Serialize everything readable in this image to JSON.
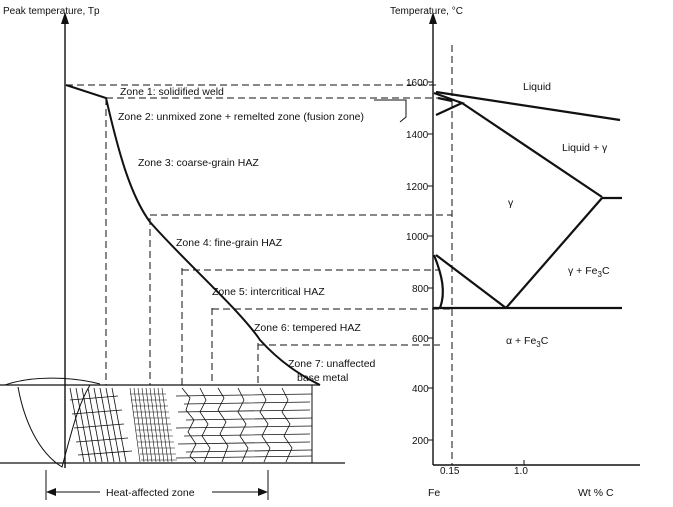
{
  "left_panel": {
    "y_axis_label": "Peak temperature, Tp",
    "zones": [
      "Zone 1: solidified weld",
      "Zone 2: unmixed zone + remelted zone (fusion zone)",
      "Zone 3: coarse-grain HAZ",
      "Zone 4: fine-grain HAZ",
      "Zone 5: intercritical HAZ",
      "Zone 6: tempered HAZ",
      "Zone 7: unaffected",
      "base metal"
    ],
    "haz_label": "Heat-affected zone"
  },
  "right_panel": {
    "y_axis_label": "Temperature, °C",
    "y_ticks": [
      "1600",
      "1400",
      "1200",
      "1000",
      "800",
      "600",
      "400",
      "200"
    ],
    "x_ticks": [
      "0.15",
      "1.0"
    ],
    "x_origin_label": "Fe",
    "x_axis_label": "Wt % C",
    "phase_regions": [
      "Liquid",
      "Liquid + γ",
      "γ",
      "γ + Fe3C",
      "α + Fe3C"
    ],
    "phase_region_parts": {
      "gamma_fe3c": {
        "base": "γ + Fe",
        "sub": "3",
        "tail": "C"
      },
      "alpha_fe3c": {
        "base": "α + Fe",
        "sub": "3",
        "tail": "C"
      }
    }
  }
}
